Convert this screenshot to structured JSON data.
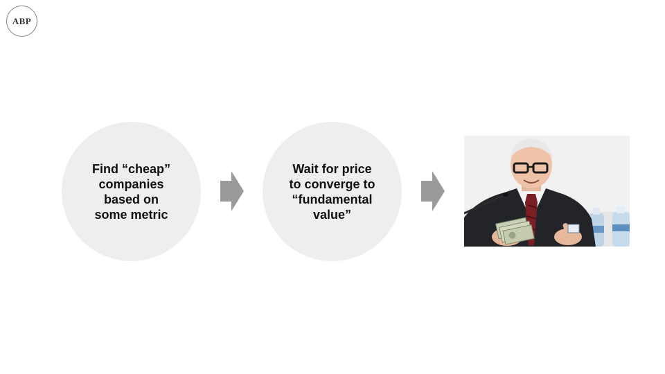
{
  "logo": {
    "text": "ABP"
  },
  "steps": [
    {
      "text": "Find “cheap” companies based on some metric"
    },
    {
      "text": "Wait for price to converge to “fundamental value”"
    }
  ],
  "image": {
    "icon": "photo-man-holding-cash-icon"
  },
  "colors": {
    "circle_fill": "#eeeeee",
    "arrow_fill": "#9a9a9a",
    "text": "#111111"
  }
}
